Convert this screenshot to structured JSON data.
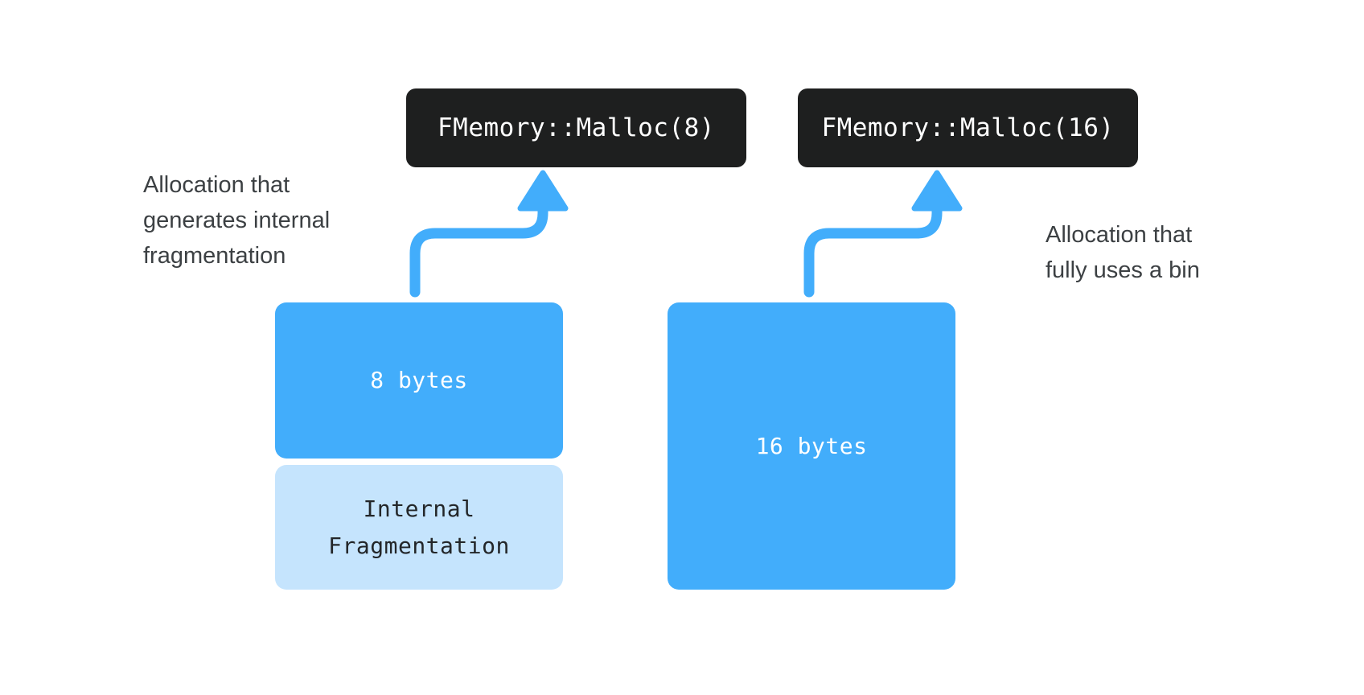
{
  "diagram": {
    "background_color": "#ffffff",
    "accent_blue": "#42adfb",
    "light_blue": "#c5e4fd",
    "dark_box": "#1e1f1f",
    "text_gray": "#3c4043"
  },
  "code_boxes": [
    {
      "id": "left",
      "text": "FMemory::Malloc(8)"
    },
    {
      "id": "right",
      "text": "FMemory::Malloc(16)"
    }
  ],
  "annotations": [
    {
      "id": "left",
      "text": "Allocation that\ngenerates internal\nfragmentation"
    },
    {
      "id": "right",
      "text": "Allocation that\nfully uses a bin"
    }
  ],
  "memory_blocks": [
    {
      "id": "used-8",
      "label": "8 bytes",
      "color": "#42adfb",
      "text_color": "#ffffff"
    },
    {
      "id": "internal-frag",
      "label": "Internal\nFragmentation",
      "color": "#c5e4fd",
      "text_color": "#232629"
    },
    {
      "id": "used-16",
      "label": "16 bytes",
      "color": "#42adfb",
      "text_color": "#ffffff"
    }
  ],
  "arrows": [
    {
      "id": "left",
      "from": "8-bytes-block",
      "to": "malloc-8-box",
      "color": "#42adfb"
    },
    {
      "id": "right",
      "from": "16-bytes-block",
      "to": "malloc-16-box",
      "color": "#42adfb"
    }
  ]
}
